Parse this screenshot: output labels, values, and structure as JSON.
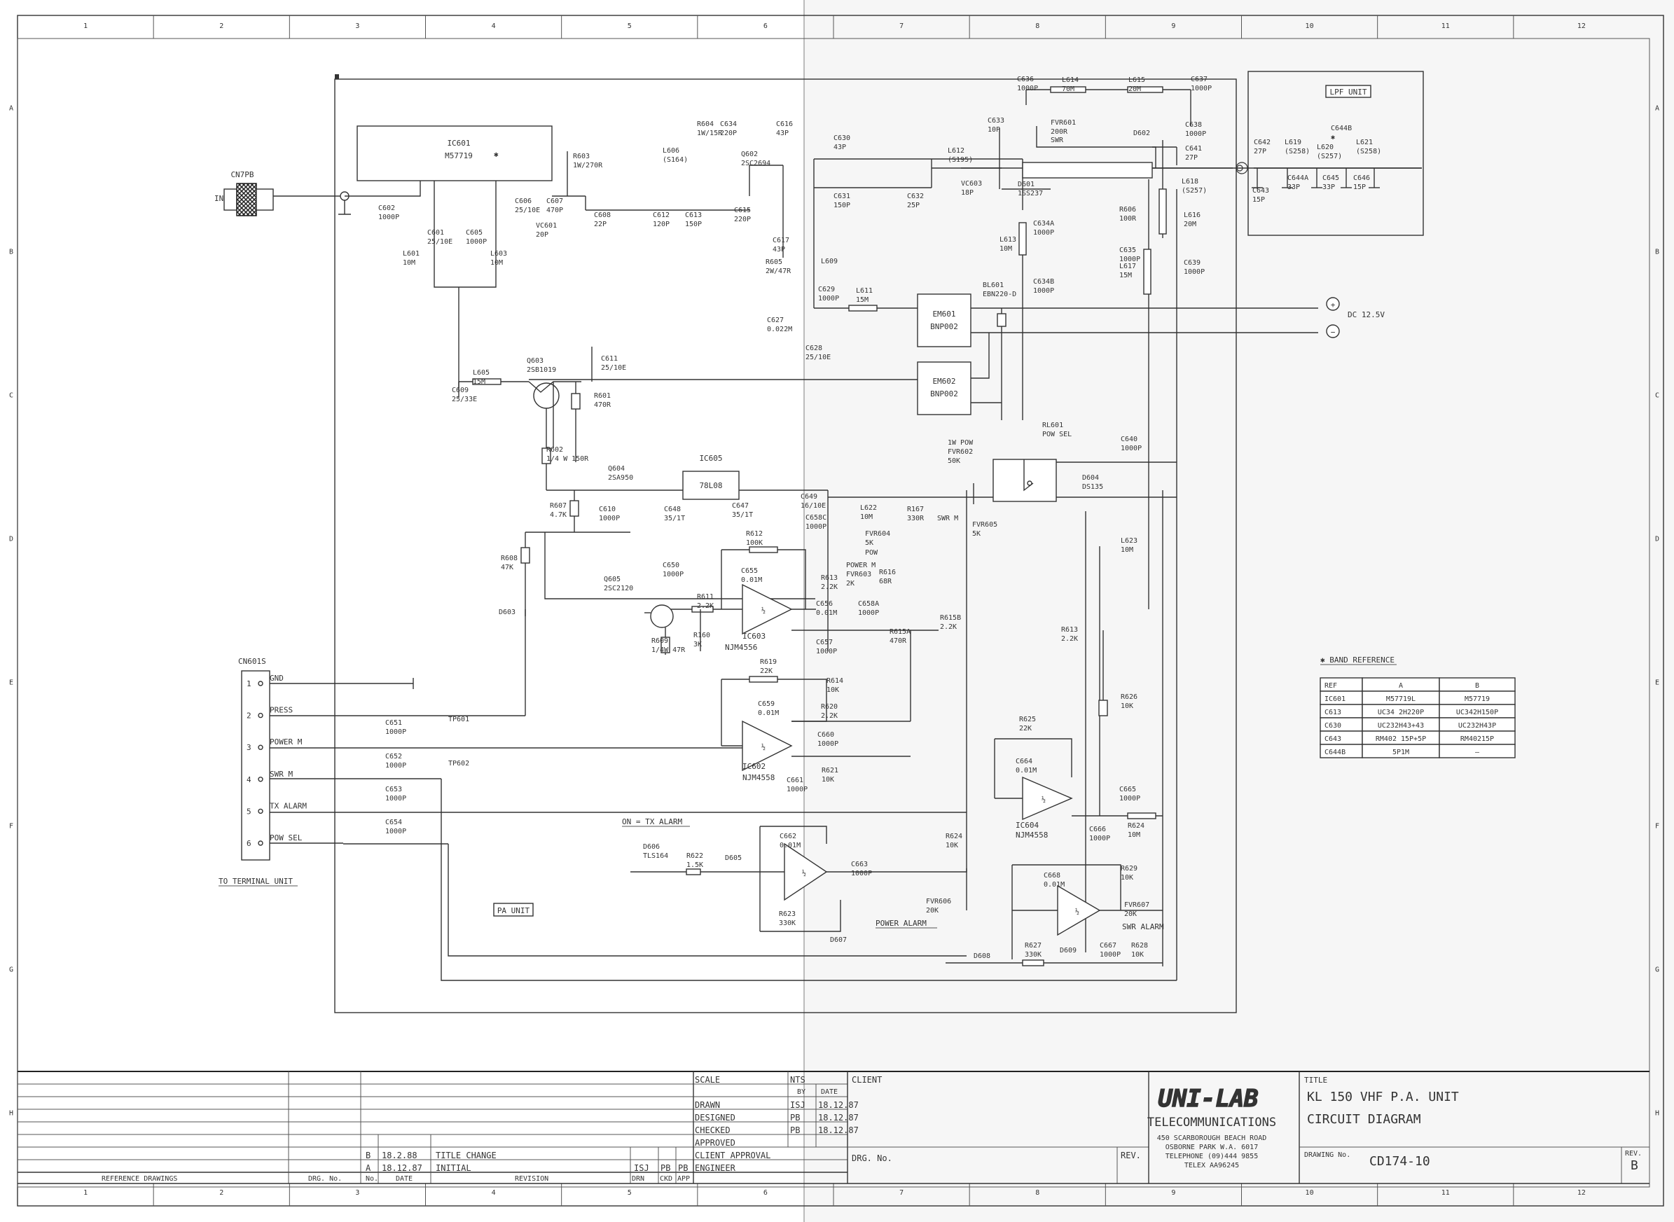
{
  "drawing": {
    "border_columns_top": [
      "1",
      "2",
      "3",
      "4",
      "5",
      "6",
      "7",
      "8",
      "9",
      "10",
      "11",
      "12"
    ],
    "border_columns_bottom": [
      "1",
      "2",
      "3",
      "4",
      "5",
      "6",
      "7",
      "8",
      "9",
      "10",
      "11",
      "12"
    ],
    "border_rows": [
      "A",
      "B",
      "C",
      "D",
      "E",
      "F",
      "G",
      "H"
    ]
  },
  "blocks": {
    "pa_unit": "PA UNIT",
    "lpf_unit": "LPF UNIT",
    "to_terminal_unit": "TO TERMINAL UNIT",
    "on_tx_alarm": "ON = TX ALARM",
    "power_alarm": "POWER ALARM",
    "swr_alarm": "SWR ALARM",
    "dc_supply": "DC 12.5V",
    "plus": "+",
    "minus": "−"
  },
  "connector_in": {
    "ref": "CN7PB",
    "label": "IN"
  },
  "cn601": {
    "ref": "CN601S",
    "pins": [
      {
        "num": "1",
        "signal": "GND"
      },
      {
        "num": "2",
        "signal": "PRESS"
      },
      {
        "num": "3",
        "signal": "POWER M"
      },
      {
        "num": "4",
        "signal": "SWR M"
      },
      {
        "num": "5",
        "signal": "TX ALARM"
      },
      {
        "num": "6",
        "signal": "POW SEL"
      }
    ]
  },
  "ics": [
    {
      "ref": "IC601",
      "part": "M57719",
      "mark": "✱"
    },
    {
      "ref": "IC605",
      "part": "78L08"
    },
    {
      "ref": "IC603",
      "part": "NJM4556"
    },
    {
      "ref": "IC602",
      "part": "NJM4558"
    },
    {
      "ref": "IC604",
      "part": "NJM4558"
    },
    {
      "ref": "EM601",
      "part": "BNP002"
    },
    {
      "ref": "EM602",
      "part": "BNP002"
    }
  ],
  "labels": {
    "c602": [
      "C602",
      "1000P"
    ],
    "c601": [
      "C601",
      "25/10E"
    ],
    "c605": [
      "C605",
      "1000P"
    ],
    "c606": [
      "C606",
      "25/10E"
    ],
    "l601": [
      "L601",
      "10M"
    ],
    "l603": [
      "L603",
      "10M"
    ],
    "r603": [
      "R603",
      "1W/270R"
    ],
    "c607": [
      "C607",
      "470P"
    ],
    "vc601": [
      "VC601",
      "20P"
    ],
    "c608": [
      "C608",
      "22P"
    ],
    "l606": [
      "L606",
      "(S164)"
    ],
    "r604": [
      "R604",
      "1W/15R"
    ],
    "c634": [
      "C634",
      "220P"
    ],
    "c612": [
      "C612",
      "120P"
    ],
    "c613": [
      "C613",
      "150P"
    ],
    "c615": [
      "C615",
      "220P"
    ],
    "q602": [
      "Q602",
      "2SC2694"
    ],
    "c616": [
      "C616",
      "43P"
    ],
    "c617": [
      "C617",
      "43P"
    ],
    "r605": [
      "R605",
      "2W/47R"
    ],
    "c630": [
      "C630",
      "43P"
    ],
    "c631": [
      "C631",
      "150P"
    ],
    "c632": [
      "C632",
      "25P"
    ],
    "l609": [
      "L609",
      ""
    ],
    "l612": [
      "L612",
      "(S195)"
    ],
    "c633": [
      "C633",
      "10P"
    ],
    "vc603": [
      "VC603",
      "18P"
    ],
    "c636": [
      "C636",
      "1000P"
    ],
    "l614": [
      "L614",
      "70M"
    ],
    "l615": [
      "L615",
      "20M"
    ],
    "c637": [
      "C637",
      "1000P"
    ],
    "fvr601": [
      "FVR601",
      "200R"
    ],
    "swr": [
      "SWR",
      ""
    ],
    "d602": [
      "D602",
      ""
    ],
    "c638": [
      "C638",
      "1000P"
    ],
    "c641": [
      "C641",
      "27P"
    ],
    "l618": [
      "L618",
      "(S257)"
    ],
    "l616": [
      "L616",
      "20M"
    ],
    "d601": [
      "D601",
      "1SS237"
    ],
    "c634a": [
      "C634A",
      "1000P"
    ],
    "l613": [
      "L613",
      "10M"
    ],
    "c634b": [
      "C634B",
      "1000P"
    ],
    "r606": [
      "R606",
      "100R"
    ],
    "c635": [
      "C635",
      "1000P"
    ],
    "l617": [
      "L617",
      "15M"
    ],
    "c639": [
      "C639",
      "1000P"
    ],
    "c642": [
      "C642",
      "27P"
    ],
    "c643": [
      "C643",
      "15P"
    ],
    "l619": [
      "L619",
      "(S258)"
    ],
    "c644a": [
      "C644A",
      "33P"
    ],
    "l620": [
      "L620",
      "(S257)"
    ],
    "c644b": [
      "C644B",
      "✱"
    ],
    "c645": [
      "C645",
      "33P"
    ],
    "l621": [
      "L621",
      "(S258)"
    ],
    "c646": [
      "C646",
      "15P"
    ],
    "c629": [
      "C629",
      "1000P"
    ],
    "l611": [
      "L611",
      "15M"
    ],
    "c627": [
      "C627",
      "0.022M"
    ],
    "c628": [
      "C628",
      "25/10E"
    ],
    "bl601": [
      "BL601",
      "EBN220-D"
    ],
    "l605": [
      "L605",
      "15M"
    ],
    "q603": [
      "Q603",
      "2SB1019"
    ],
    "c611": [
      "C611",
      "25/10E"
    ],
    "c609": [
      "C609",
      "25/33E"
    ],
    "r601": [
      "R601",
      "470R"
    ],
    "r602": [
      "R602",
      "1/4 W 150R"
    ],
    "q604": [
      "Q604",
      "2SA950"
    ],
    "r607": [
      "R607",
      "4.7K"
    ],
    "c610": [
      "C610",
      "1000P"
    ],
    "c648": [
      "C648",
      "35/1T"
    ],
    "c647": [
      "C647",
      "35/1T"
    ],
    "c649": [
      "C649",
      "16/10E"
    ],
    "c658c": [
      "C658C",
      "1000P"
    ],
    "rl601": [
      "RL601",
      "POW SEL"
    ],
    "lw_pow": [
      "1W POW",
      ""
    ],
    "fvr602": [
      "FVR602",
      "50K"
    ],
    "d604": [
      "D604",
      "DS135"
    ],
    "c640": [
      "C640",
      "1000P"
    ],
    "l622": [
      "L622",
      "10M"
    ],
    "r167": [
      "R167",
      "330R"
    ],
    "swr_m": [
      "SWR M",
      ""
    ],
    "fvr605": [
      "FVR605",
      "5K"
    ],
    "fvr604": [
      "FVR604",
      "5K"
    ],
    "pow": [
      "POW",
      ""
    ],
    "power_m": [
      "POWER M",
      ""
    ],
    "fvr603": [
      "FVR603",
      "2K"
    ],
    "r616": [
      "R616",
      "68R"
    ],
    "r613a": [
      "R613",
      "2.2K"
    ],
    "c656": [
      "C656",
      "0.01M"
    ],
    "c658a": [
      "C658A",
      "1000P"
    ],
    "r615a": [
      "R615A",
      "470R"
    ],
    "r615b": [
      "R615B",
      "2.2K"
    ],
    "c657": [
      "C657",
      "1000P"
    ],
    "l623": [
      "L623",
      "10M"
    ],
    "r612": [
      "R612",
      "100K"
    ],
    "c655": [
      "C655",
      "0.01M"
    ],
    "r608": [
      "R608",
      "47K"
    ],
    "q605": [
      "Q605",
      "2SC2120"
    ],
    "c650": [
      "C650",
      "1000P"
    ],
    "r611": [
      "R611",
      "2.2K"
    ],
    "r609": [
      "R609",
      "1/4W 47R"
    ],
    "r160": [
      "R160",
      "3K"
    ],
    "d603": [
      "D603",
      ""
    ],
    "r619": [
      "R619",
      "22K"
    ],
    "r614": [
      "R614",
      "10K"
    ],
    "c659": [
      "C659",
      "0.01M"
    ],
    "r620": [
      "R620",
      "2.2K"
    ],
    "c660": [
      "C660",
      "1000P"
    ],
    "r621": [
      "R621",
      "10K"
    ],
    "c661": [
      "C661",
      "1000P"
    ],
    "tp601": [
      "TP601",
      ""
    ],
    "tp602": [
      "TP602",
      ""
    ],
    "c651": [
      "C651",
      "1000P"
    ],
    "c652": [
      "C652",
      "1000P"
    ],
    "c653": [
      "C653",
      "1000P"
    ],
    "c654": [
      "C654",
      "1000P"
    ],
    "r613b": [
      "R613",
      "2.2K"
    ],
    "r626": [
      "R626",
      "10K"
    ],
    "r625": [
      "R625",
      "22K"
    ],
    "c664": [
      "C664",
      "0.01M"
    ],
    "c665": [
      "C665",
      "1000P"
    ],
    "r624a": [
      "R624",
      "10M"
    ],
    "c666": [
      "C666",
      "1000P"
    ],
    "d606": [
      "D606",
      "TLS164"
    ],
    "r622": [
      "R622",
      "1.5K"
    ],
    "d605": [
      "D605",
      ""
    ],
    "c662": [
      "C662",
      "0.01M"
    ],
    "c663": [
      "C663",
      "1000P"
    ],
    "r623": [
      "R623",
      "330K"
    ],
    "d607": [
      "D607",
      ""
    ],
    "r624b": [
      "R624",
      "10K"
    ],
    "fvr606": [
      "FVR606",
      "20K"
    ],
    "c668": [
      "C668",
      "0.01M"
    ],
    "r629": [
      "R629",
      "10K"
    ],
    "fvr607": [
      "FVR607",
      "20K"
    ],
    "d608": [
      "D608",
      ""
    ],
    "r627": [
      "R627",
      "330K"
    ],
    "d609": [
      "D609",
      ""
    ],
    "c667": [
      "C667",
      "1000P"
    ],
    "r628": [
      "R628",
      "10K"
    ],
    "half": [
      "½",
      ""
    ]
  },
  "band_reference": {
    "title": "✱ BAND REFERENCE",
    "headers": [
      "REF",
      "A",
      "B"
    ],
    "rows": [
      [
        "IC601",
        "M57719L",
        "M57719"
      ],
      [
        "C613",
        "UC34 2H220P",
        "UC342H150P"
      ],
      [
        "C630",
        "UC232H43+43",
        "UC232H43P"
      ],
      [
        "C643",
        "RM402 15P+5P",
        "RM40215P"
      ],
      [
        "C644B",
        "5P1M",
        "—"
      ]
    ]
  },
  "title_block": {
    "scale_label": "SCALE",
    "scale_value": "NTS",
    "by_label": "BY",
    "date_label": "DATE",
    "client_label": "CLIENT",
    "drawn": {
      "label": "DRAWN",
      "by": "ISJ",
      "date": "18.12.87"
    },
    "designed": {
      "label": "DESIGNED",
      "by": "PB",
      "date": "18.12.87"
    },
    "checked": {
      "label": "CHECKED",
      "by": "PB",
      "date": "18.12.87"
    },
    "approved": {
      "label": "APPROVED",
      "by": "",
      "date": ""
    },
    "client_approval": "CLIENT APPROVAL",
    "engineer": "ENGINEER",
    "drg_no_label": "DRG. No.",
    "rev_label": "REV.",
    "revisions": [
      {
        "rev": "B",
        "date": "18.2.88",
        "desc": "TITLE CHANGE",
        "drn": "",
        "ckd": "",
        "app": ""
      },
      {
        "rev": "A",
        "date": "18.12.87",
        "desc": "INITIAL",
        "drn": "ISJ",
        "ckd": "PB",
        "app": "PB"
      }
    ],
    "rev_headers": {
      "no": "No.",
      "date": "DATE",
      "revision": "REVISION",
      "drn": "DRN",
      "ckd": "CKD",
      "app": "APP"
    },
    "reference_drawings": "REFERENCE   DRAWINGS",
    "drg_no_small": "DRG. No.",
    "company_logo": "UNI-LAB",
    "company_name": "TELECOMMUNICATIONS",
    "address1": "450 SCARBOROUGH BEACH ROAD",
    "address2": "OSBORNE PARK  W.A. 6017",
    "telephone": "TELEPHONE (09)444 9855",
    "telex": "TELEX AA96245",
    "title_label": "TITLE",
    "title_line1": "KL 150  VHF  P.A. UNIT",
    "title_line2": "CIRCUIT  DIAGRAM",
    "drawing_no_label": "DRAWING No.",
    "drawing_no": "CD174-10",
    "rev_big": "B"
  }
}
